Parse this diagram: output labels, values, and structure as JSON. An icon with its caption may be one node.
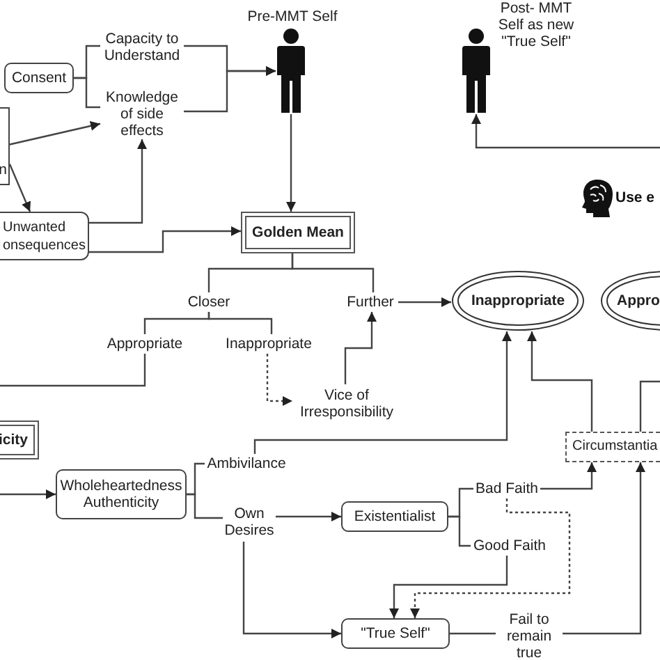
{
  "diagram": {
    "nodes": [
      {
        "text": [
          "Consent"
        ]
      },
      {
        "text": [
          "n"
        ]
      },
      {
        "text": [
          "Capacity to Understand"
        ]
      },
      {
        "text": [
          "Knowledge of side effects"
        ]
      },
      {
        "text": [],
        "shape": "person",
        "beside": [
          "Pre-MMT Self"
        ]
      },
      {
        "text": [],
        "shape": "person",
        "beside": [
          "Post- MMT Self as new \"True Self\""
        ]
      },
      {
        "text": [
          "Unwanted onsequences"
        ]
      },
      {
        "text": [
          "Golden Mean"
        ]
      },
      {
        "text": [
          "Closer"
        ]
      },
      {
        "text": [
          "Further"
        ]
      },
      {
        "text": [
          "Inappropriate"
        ]
      },
      {
        "text": [
          "Appro"
        ]
      },
      {
        "text": [
          "Appropriate"
        ]
      },
      {
        "text": [
          "Inappropriate"
        ]
      },
      {
        "text": [
          "Vice of Irresponsibility"
        ]
      },
      {
        "text": [
          "icity"
        ]
      },
      {
        "text": [
          "Wholeheartedness Authenticity"
        ]
      },
      {
        "text": [
          "Ambivilance"
        ]
      },
      {
        "text": [
          "Own Desires"
        ]
      },
      {
        "text": [
          "Existentialist"
        ]
      },
      {
        "text": [
          "Bad Faith"
        ]
      },
      {
        "text": [
          "Good Faith"
        ]
      },
      {
        "text": [
          "Circumstantia"
        ]
      },
      {
        "text": [
          "\"True Self\""
        ]
      },
      {
        "text": [
          "Fail to remain true"
        ]
      }
    ],
    "edges": [
      {
        "from": 0,
        "to": 2,
        "arrow": "none"
      },
      {
        "from": 0,
        "to": 3,
        "arrow": "none"
      },
      {
        "from": 2,
        "to": 4,
        "arrow": "to"
      },
      {
        "from": 3,
        "to": 4,
        "arrow": "to"
      },
      {
        "from": 1,
        "to": 3,
        "arrow": "to"
      },
      {
        "from": 1,
        "to": 6,
        "arrow": "to"
      },
      {
        "from": 6,
        "to": 3,
        "arrow": "to"
      },
      {
        "from": 6,
        "to": 7,
        "arrow": "to"
      },
      {
        "from": 4,
        "to": 7,
        "arrow": "to"
      },
      {
        "from": 7,
        "to": 8,
        "arrow": "none"
      },
      {
        "from": 7,
        "to": 9,
        "arrow": "none"
      },
      {
        "from": 8,
        "to": 12,
        "arrow": "none"
      },
      {
        "from": 8,
        "to": 13,
        "arrow": "none"
      },
      {
        "from": 9,
        "to": 10,
        "arrow": "to"
      },
      {
        "from": 13,
        "to": 14,
        "arrow": "to",
        "style": "dashed"
      },
      {
        "from": 14,
        "to": 9,
        "arrow": "to"
      },
      {
        "from": 12,
        "to": null,
        "arrow": "none"
      },
      {
        "from": null,
        "to": 16,
        "arrow": "to"
      },
      {
        "from": 16,
        "to": 17,
        "arrow": "none"
      },
      {
        "from": 16,
        "to": 18,
        "arrow": "none"
      },
      {
        "from": 17,
        "to": 10,
        "arrow": "to"
      },
      {
        "from": 18,
        "to": 19,
        "arrow": "to"
      },
      {
        "from": 18,
        "to": 23,
        "arrow": "to"
      },
      {
        "from": 19,
        "to": 20,
        "arrow": "none"
      },
      {
        "from": 19,
        "to": 21,
        "arrow": "none"
      },
      {
        "from": 20,
        "to": 22,
        "arrow": "to"
      },
      {
        "from": 20,
        "to": 23,
        "arrow": "to",
        "style": "dashed"
      },
      {
        "from": 21,
        "to": 23,
        "arrow": "to"
      },
      {
        "from": 23,
        "to": 24,
        "arrow": "none"
      },
      {
        "from": 24,
        "to": 22,
        "arrow": "to"
      },
      {
        "from": 22,
        "to": 10,
        "arrow": "to"
      },
      {
        "from": 22,
        "to": null,
        "arrow": "none"
      },
      {
        "from": null,
        "to": 5,
        "arrow": "to"
      }
    ],
    "labels": [
      "Use e"
    ]
  }
}
